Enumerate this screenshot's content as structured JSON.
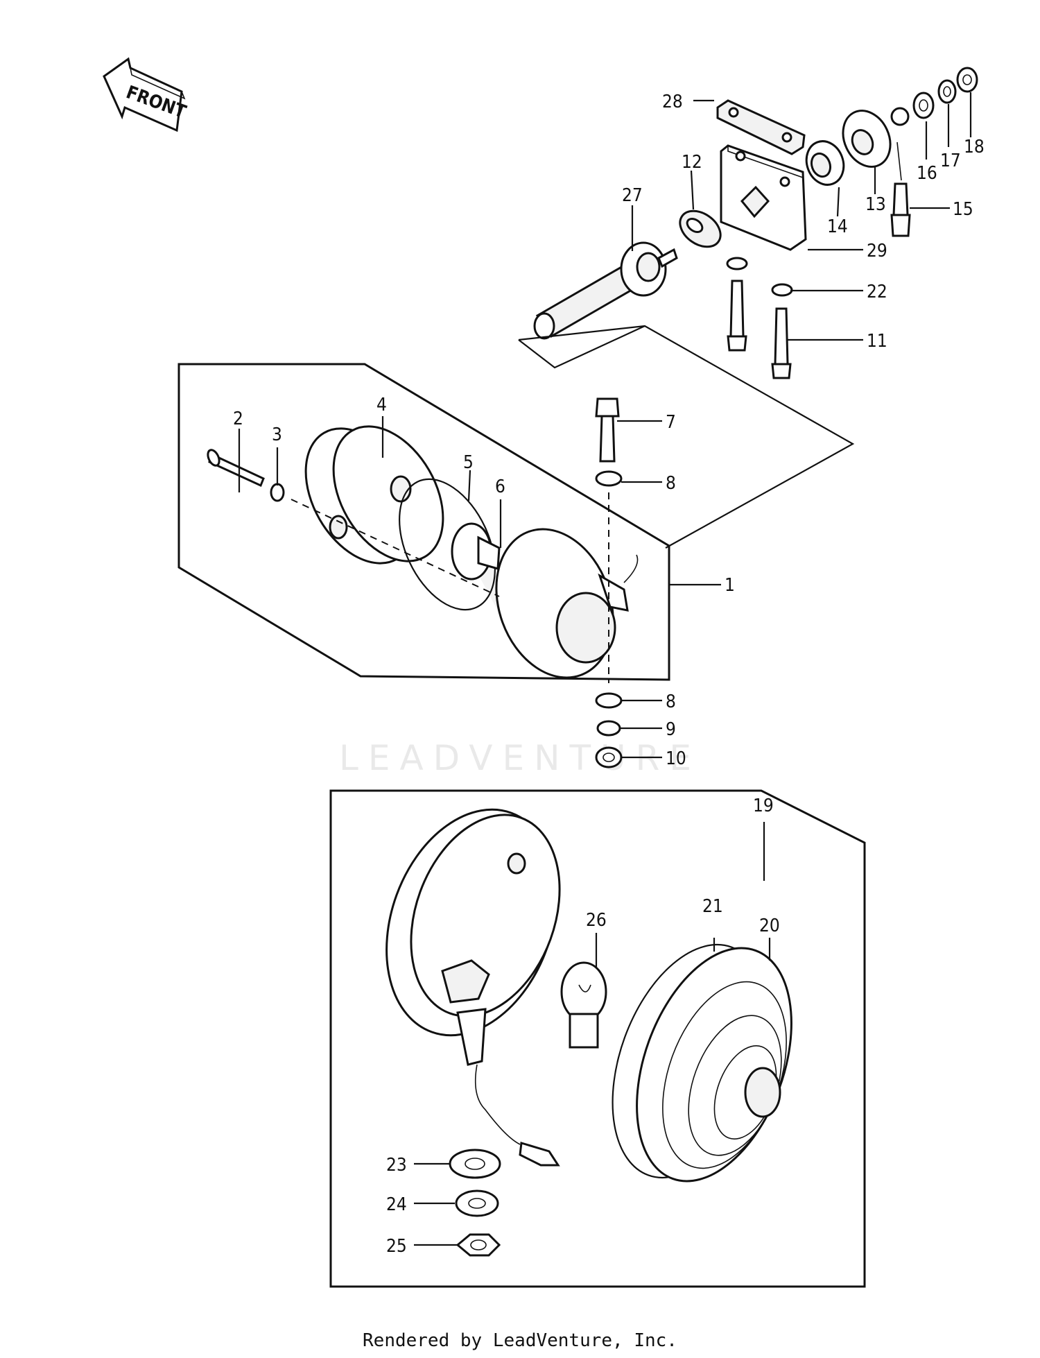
{
  "orientation": {
    "label": "FRONT"
  },
  "watermark": {
    "text": "LEADVENTURE"
  },
  "footer": {
    "text": "Rendered by LeadVenture, Inc."
  },
  "callouts": [
    "1",
    "2",
    "3",
    "4",
    "5",
    "6",
    "7",
    "8",
    "8",
    "9",
    "10",
    "11",
    "12",
    "13",
    "14",
    "15",
    "16",
    "17",
    "18",
    "19",
    "20",
    "21",
    "22",
    "23",
    "24",
    "25",
    "26",
    "27",
    "28",
    "29"
  ]
}
